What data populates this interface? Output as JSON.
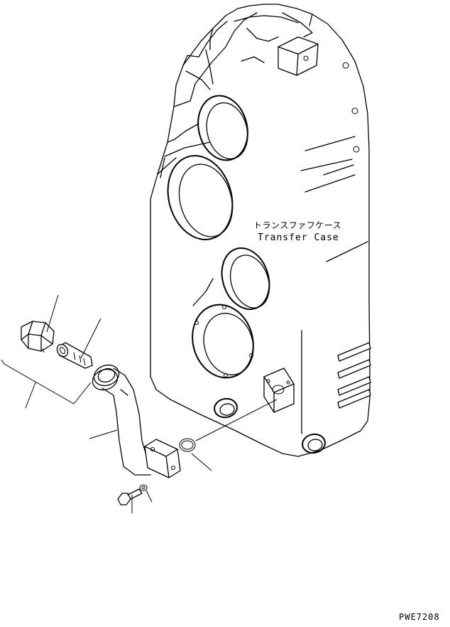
{
  "part_label": {
    "japanese": "トランスファフケース",
    "english": "Transfer Case"
  },
  "drawing_code": "PWE7208",
  "icons": {
    "case": "transfer-case-housing",
    "plug": "hex-plug",
    "strainer": "strainer",
    "pipe": "bent-pipe",
    "oring": "o-ring",
    "bolt": "bolt",
    "washer": "washer"
  }
}
